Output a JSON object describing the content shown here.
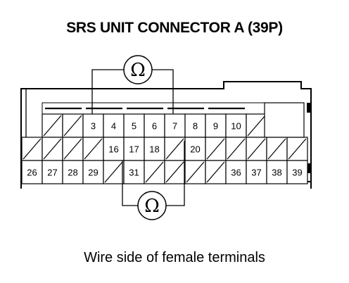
{
  "title": "SRS UNIT CONNECTOR A (39P)",
  "caption": "Wire side of female terminals",
  "meters": [
    {
      "symbol": "Ω",
      "icon": "ohmmeter-icon"
    },
    {
      "symbol": "Ω",
      "icon": "ohmmeter-icon"
    }
  ],
  "rows": [
    [
      "",
      "",
      "3",
      "4",
      "5",
      "6",
      "7",
      "8",
      "9",
      "10",
      "",
      "",
      ""
    ],
    [
      "",
      "",
      "",
      "",
      "16",
      "17",
      "18",
      "",
      "20",
      "",
      "",
      "",
      "",
      ""
    ],
    [
      "26",
      "27",
      "28",
      "29",
      "",
      "31",
      "",
      "",
      "",
      "",
      "36",
      "37",
      "38",
      "39"
    ]
  ]
}
